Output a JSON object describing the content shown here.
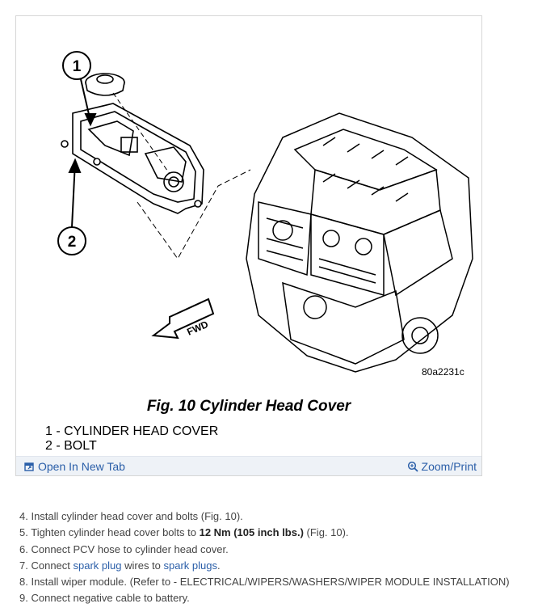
{
  "figure": {
    "code": "80a2231c",
    "title": "Fig. 10 Cylinder Head Cover",
    "callouts": [
      "1",
      "2"
    ],
    "fwd_label": "FWD",
    "legend": [
      "1 - CYLINDER HEAD COVER",
      "2 - BOLT"
    ]
  },
  "figure_bar": {
    "open_tab_label": "Open In New Tab",
    "zoom_label": "Zoom/Print"
  },
  "steps": [
    {
      "num": "4.",
      "parts": [
        {
          "t": "text",
          "v": "Install cylinder head cover and bolts (Fig. 10)."
        }
      ]
    },
    {
      "num": "5.",
      "parts": [
        {
          "t": "text",
          "v": "Tighten cylinder head cover bolts to "
        },
        {
          "t": "bold",
          "v": "12 Nm (105 inch lbs.)"
        },
        {
          "t": "text",
          "v": " (Fig. 10)."
        }
      ]
    },
    {
      "num": "6.",
      "parts": [
        {
          "t": "text",
          "v": "Connect PCV hose to cylinder head cover."
        }
      ]
    },
    {
      "num": "7.",
      "parts": [
        {
          "t": "text",
          "v": "Connect "
        },
        {
          "t": "link",
          "v": "spark plug"
        },
        {
          "t": "text",
          "v": " wires to "
        },
        {
          "t": "link",
          "v": "spark plugs"
        },
        {
          "t": "text",
          "v": "."
        }
      ]
    },
    {
      "num": "8.",
      "parts": [
        {
          "t": "text",
          "v": "Install wiper module. (Refer to - ELECTRICAL/WIPERS/WASHERS/WIPER MODULE INSTALLATION)"
        }
      ]
    },
    {
      "num": "9.",
      "parts": [
        {
          "t": "text",
          "v": "Connect negative cable to battery."
        }
      ]
    }
  ],
  "colors": {
    "link": "#2a5ea8",
    "bar_bg": "#eef2f7",
    "text": "#444444"
  }
}
